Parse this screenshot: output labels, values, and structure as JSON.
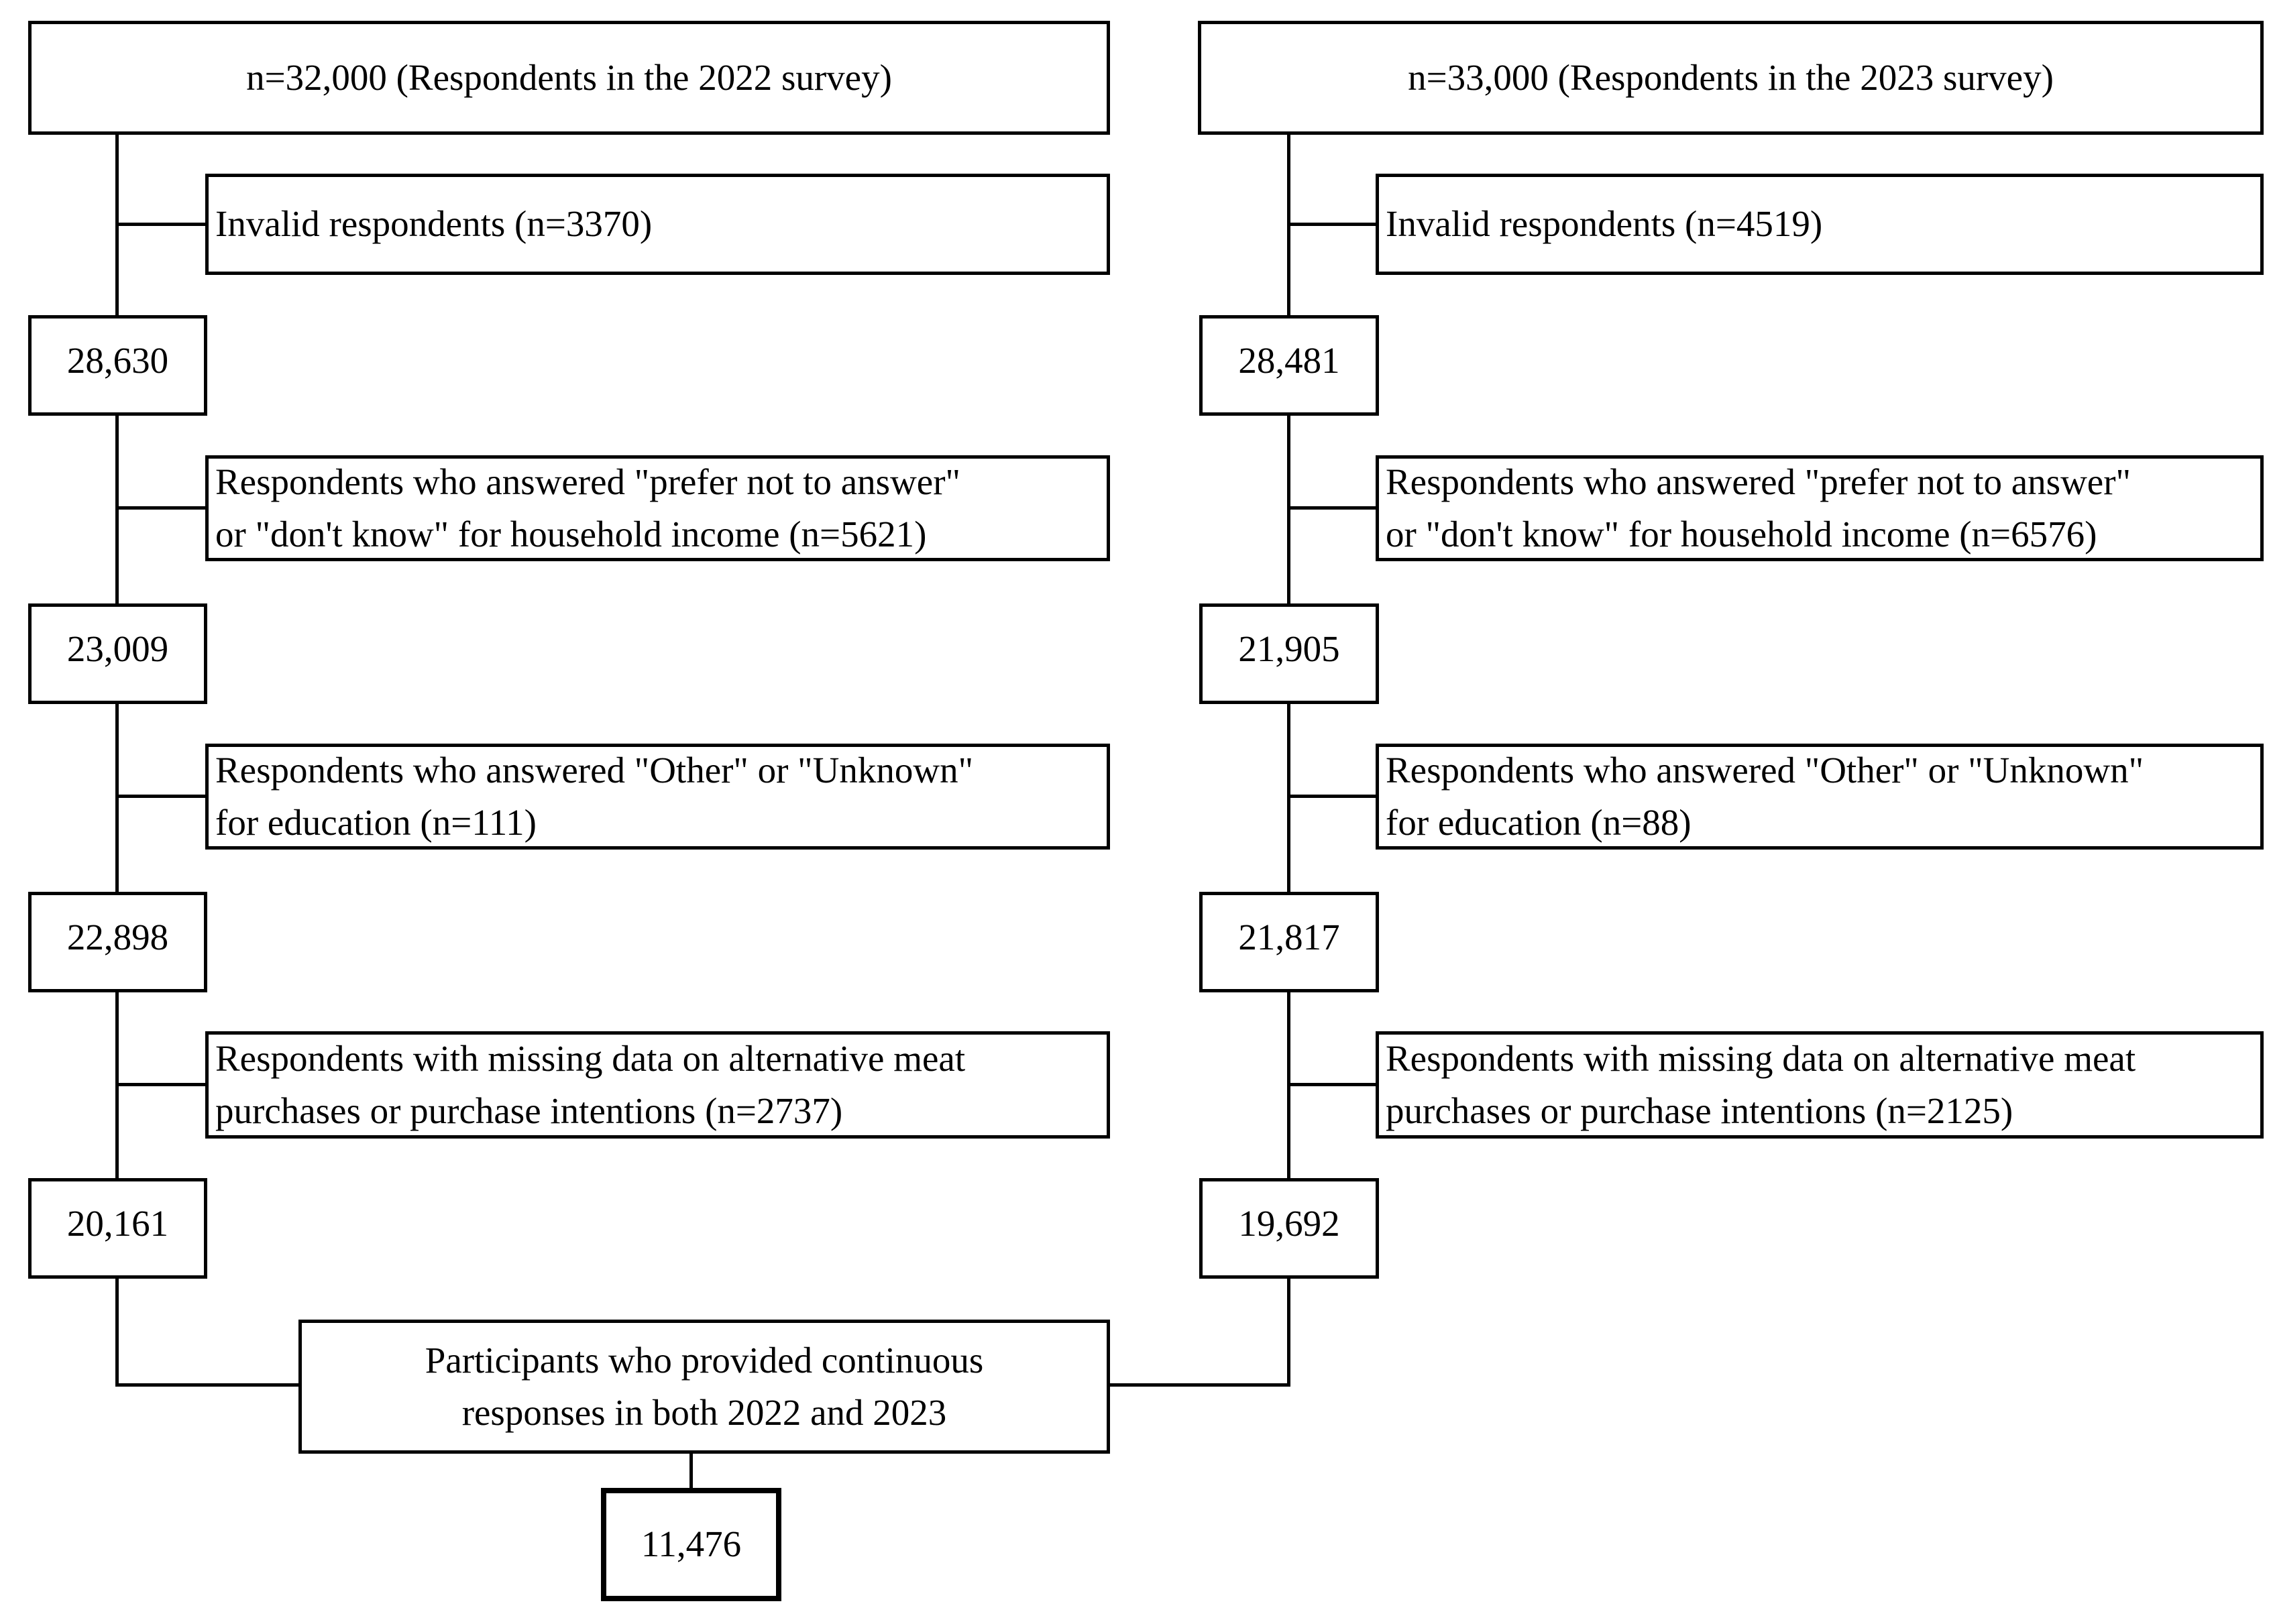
{
  "diagram": {
    "left": {
      "top_label": "n=32,000 (Respondents in the 2022 survey)",
      "exclusions": [
        "Invalid respondents (n=3370)",
        "Respondents who answered \"prefer not to answer\"\nor \"don't know\" for household income (n=5621)",
        "Respondents who answered \"Other\" or \"Unknown\"\nfor education (n=111)",
        "Respondents with missing data on alternative meat\npurchases or purchase intentions (n=2737)"
      ],
      "counts": [
        "28,630",
        "23,009",
        "22,898",
        "20,161"
      ]
    },
    "right": {
      "top_label": "n=33,000 (Respondents in the 2023 survey)",
      "exclusions": [
        "Invalid respondents (n=4519)",
        "Respondents who answered \"prefer not to answer\"\nor \"don't know\" for household income  (n=6576)",
        "Respondents who answered \"Other\" or \"Unknown\"\nfor education (n=88)",
        "Respondents with missing data on alternative meat\npurchases or purchase intentions (n=2125)"
      ],
      "counts": [
        "28,481",
        "21,905",
        "21,817",
        "19,692"
      ]
    },
    "merge_label": "Participants who provided continuous\nresponses in both 2022 and 2023",
    "final_count": "11,476"
  },
  "colors": {
    "line": "#000000",
    "background": "#ffffff"
  }
}
